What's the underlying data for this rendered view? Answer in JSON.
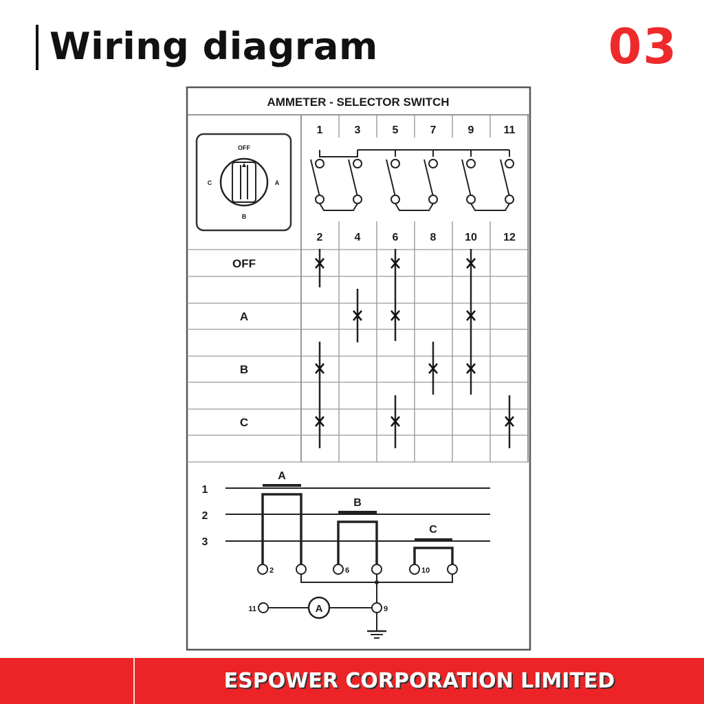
{
  "header": {
    "title": "Wiring diagram",
    "page_number": "03"
  },
  "table": {
    "title": "AMMETER - SELECTOR SWITCH",
    "top_terminals": [
      "1",
      "3",
      "5",
      "7",
      "9",
      "11"
    ],
    "bottom_terminals": [
      "2",
      "4",
      "6",
      "8",
      "10",
      "12"
    ],
    "rows": [
      "OFF",
      "A",
      "B",
      "C"
    ],
    "contacts": {
      "OFF": [
        "2",
        "6",
        "10"
      ],
      "A": [
        "4",
        "6",
        "10"
      ],
      "B": [
        "2",
        "8",
        "10"
      ],
      "C": [
        "2",
        "6",
        "12"
      ]
    }
  },
  "dial": {
    "top": "OFF",
    "right": "A",
    "bottom": "B",
    "left": "C"
  },
  "circuit": {
    "lines": [
      "1",
      "2",
      "3"
    ],
    "transformers": [
      "A",
      "B",
      "C"
    ],
    "terminals": [
      "2",
      "6",
      "10",
      "11",
      "9"
    ],
    "meter": "A"
  },
  "footer": {
    "company": "ESPOWER CORPORATION LIMITED"
  }
}
